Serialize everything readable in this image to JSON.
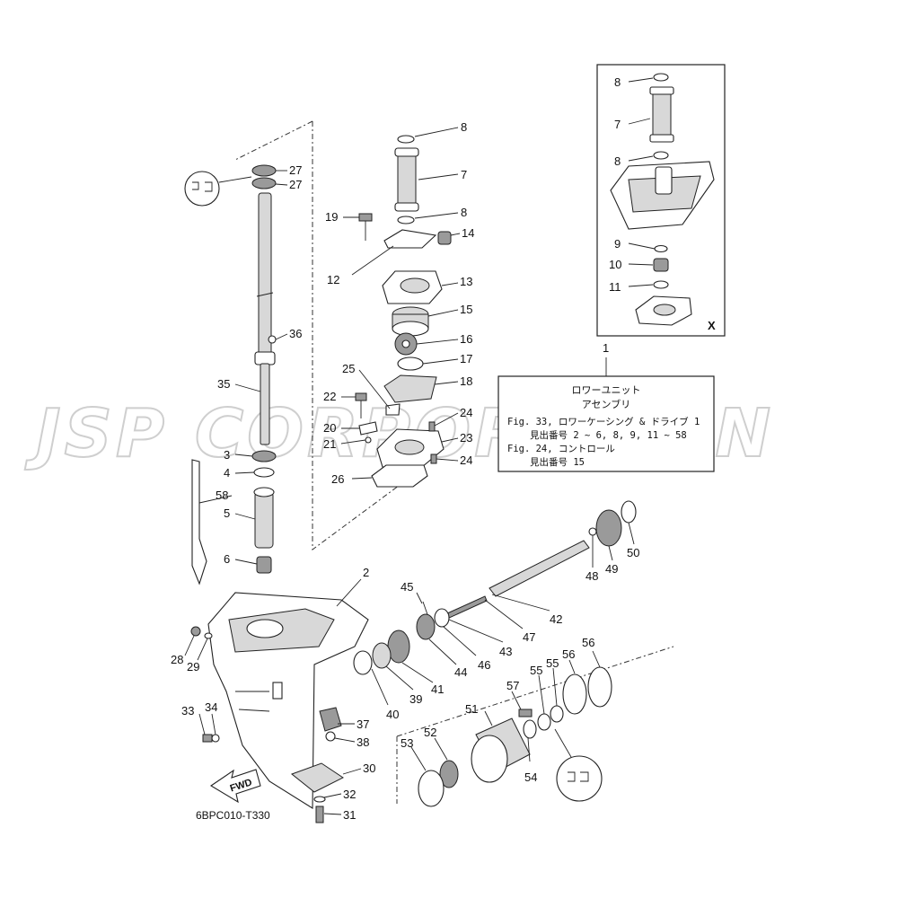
{
  "watermark": "JSP CORPORATION",
  "reference_code": "6BPC010-T330",
  "fwd_label": "FWD",
  "inset_tag": "X",
  "legend": {
    "item_no": "1",
    "title": "ロワーユニット",
    "subtitle": "アセンブリ",
    "line1": "Fig. 33, ロワーケーシング & ドライブ 1",
    "line2": "見出番号 2 ~ 6, 8, 9, 11 ~ 58",
    "line3": "Fig. 24, コントロール",
    "line4": "見出番号 15"
  },
  "part_labels": {
    "p2": "2",
    "p3": "3",
    "p4": "4",
    "p5": "5",
    "p6": "6",
    "p7": "7",
    "p7x": "7",
    "p8a": "8",
    "p8b": "8",
    "p8x1": "8",
    "p8x2": "8",
    "p9x": "9",
    "p10x": "10",
    "p11x": "11",
    "p12": "12",
    "p13": "13",
    "p14": "14",
    "p15": "15",
    "p16": "16",
    "p17": "17",
    "p18": "18",
    "p19": "19",
    "p20": "20",
    "p21": "21",
    "p22": "22",
    "p23": "23",
    "p24a": "24",
    "p24b": "24",
    "p25": "25",
    "p26": "26",
    "p27a": "27",
    "p27b": "27",
    "p28": "28",
    "p29": "29",
    "p30": "30",
    "p31": "31",
    "p32": "32",
    "p33": "33",
    "p34": "34",
    "p35": "35",
    "p36": "36",
    "p37": "37",
    "p38": "38",
    "p39": "39",
    "p40": "40",
    "p41": "41",
    "p42": "42",
    "p43": "43",
    "p44": "44",
    "p45": "45",
    "p46": "46",
    "p47": "47",
    "p48": "48",
    "p49": "49",
    "p50": "50",
    "p51": "51",
    "p52": "52",
    "p53": "53",
    "p54": "54",
    "p55a": "55",
    "p55b": "55",
    "p56a": "56",
    "p56b": "56",
    "p57": "57",
    "p58": "58"
  }
}
